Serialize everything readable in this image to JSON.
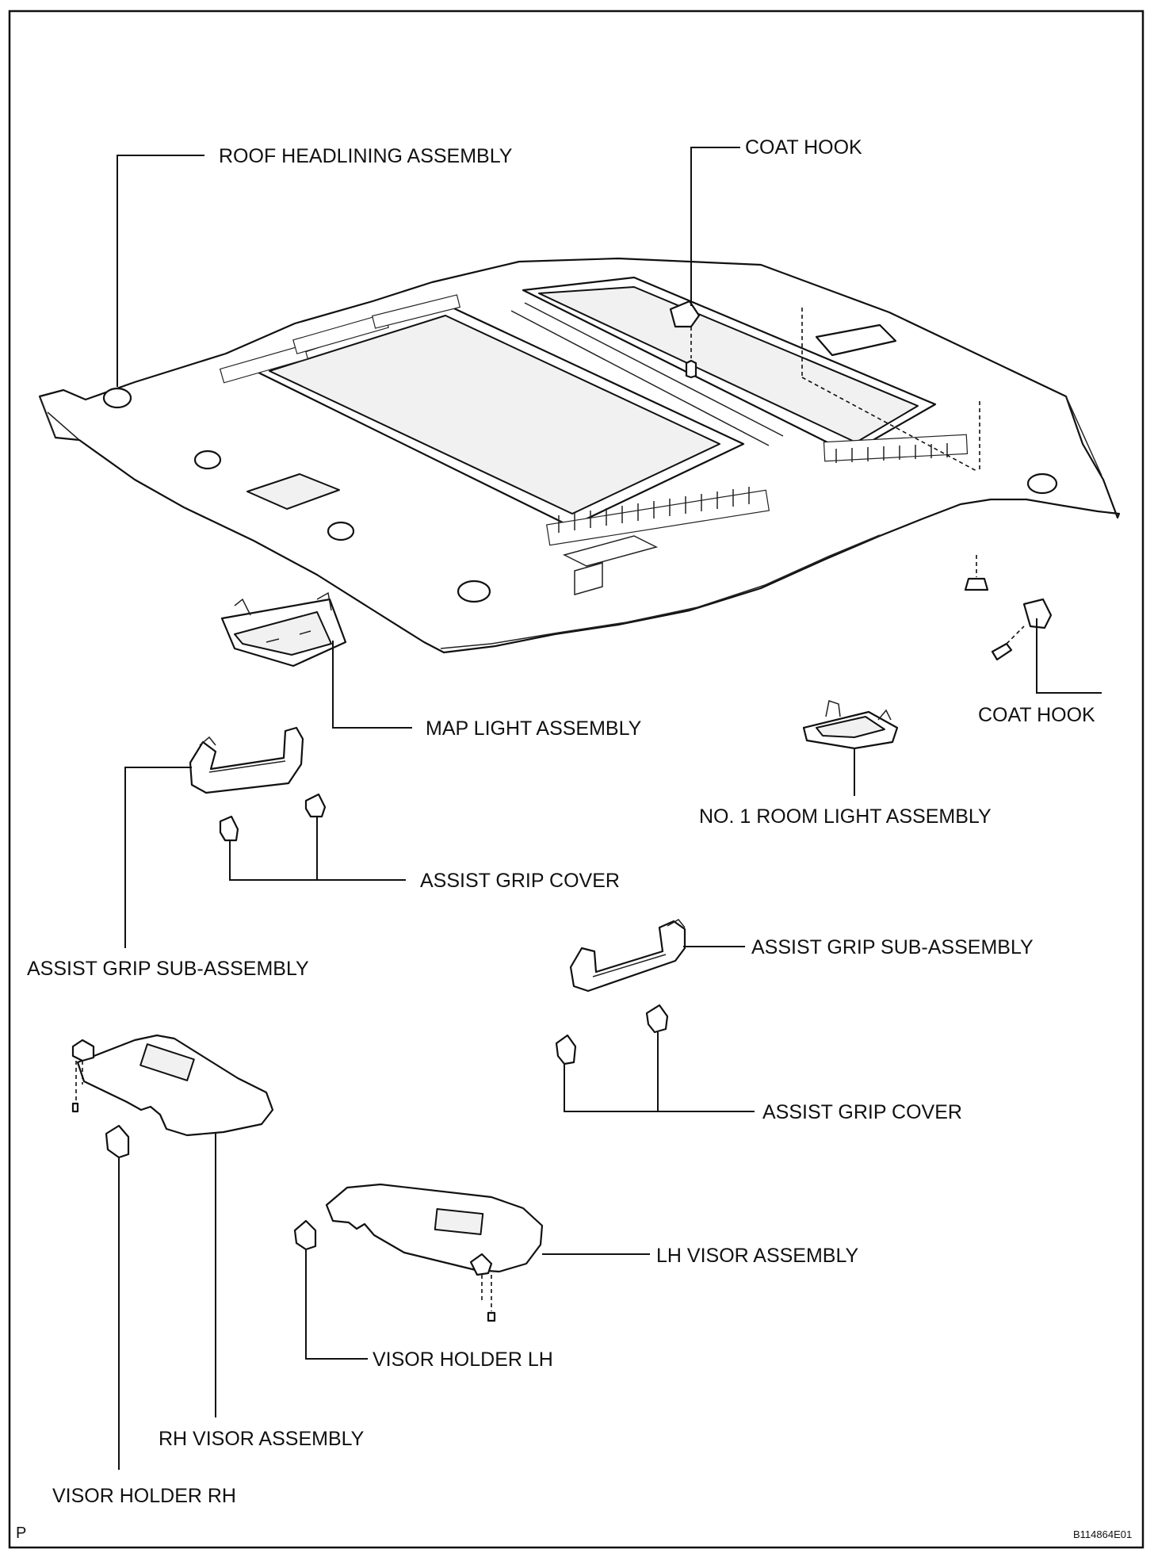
{
  "labels": {
    "roof_headlining": "ROOF HEADLINING ASSEMBLY",
    "coat_hook_top": "COAT HOOK",
    "coat_hook_right": "COAT HOOK",
    "map_light": "MAP LIGHT ASSEMBLY",
    "room_light": "NO. 1 ROOM LIGHT ASSEMBLY",
    "assist_grip_cover_left": "ASSIST GRIP COVER",
    "assist_grip_sub_left": "ASSIST GRIP SUB-ASSEMBLY",
    "assist_grip_sub_right": "ASSIST GRIP SUB-ASSEMBLY",
    "assist_grip_cover_right": "ASSIST GRIP COVER",
    "lh_visor": "LH VISOR ASSEMBLY",
    "visor_holder_lh": "VISOR HOLDER LH",
    "rh_visor": "RH VISOR ASSEMBLY",
    "visor_holder_rh": "VISOR HOLDER RH"
  },
  "corner_mark": "P",
  "figure_id": "B114864E01",
  "colors": {
    "ink": "#111111",
    "paper": "#ffffff"
  }
}
